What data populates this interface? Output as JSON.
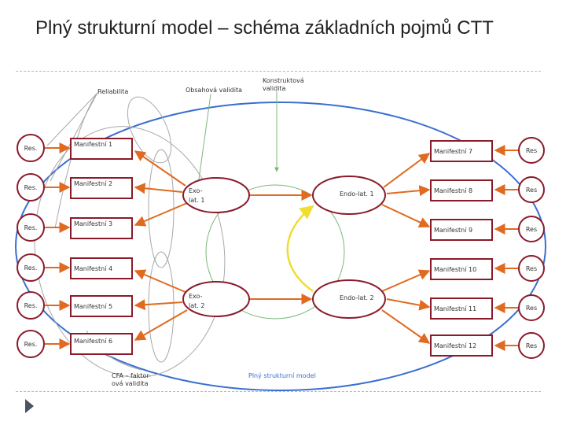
{
  "slide": {
    "title": "Plný strukturní model – schéma základních pojmů CTT"
  },
  "diagram": {
    "labels": {
      "reliability": "Reliabilita",
      "content_validity": "Obsahová validita",
      "construct_validity_line1": "Konstruktová",
      "construct_validity_line2": "validita",
      "cfa_line1": "CFA – faktor-",
      "cfa_line2": "ová validita",
      "full_model": "Plný strukturní model"
    },
    "residual_label": "Res.",
    "residual_label_right": "Res",
    "manifest_left": [
      "Manifestní 1",
      "Manifestní 2",
      "Manifestní 3",
      "Manifestní 4",
      "Manifestní 5",
      "Manifestní 6"
    ],
    "manifest_right": [
      "Manifestní 7",
      "Manifestní 8",
      "Manifestní 9",
      "Manifestní 10",
      "Manifestní 11",
      "Manifestní 12"
    ],
    "latent_left": [
      {
        "line1": "Exo-",
        "line2": "lat. 1"
      },
      {
        "line1": "Exo-",
        "line2": "lat. 2"
      }
    ],
    "latent_right": [
      "Endo-lat. 1",
      "Endo-lat. 2"
    ],
    "colors": {
      "ellipse_blue": "#3a6fd0",
      "node_red": "#8b1a2a",
      "arrow_orange": "#e06a20",
      "path_yellow": "#eede30",
      "link_green": "#7ab87a",
      "link_gray": "#a8a8a8",
      "label_blue": "#3a6fd0"
    }
  }
}
